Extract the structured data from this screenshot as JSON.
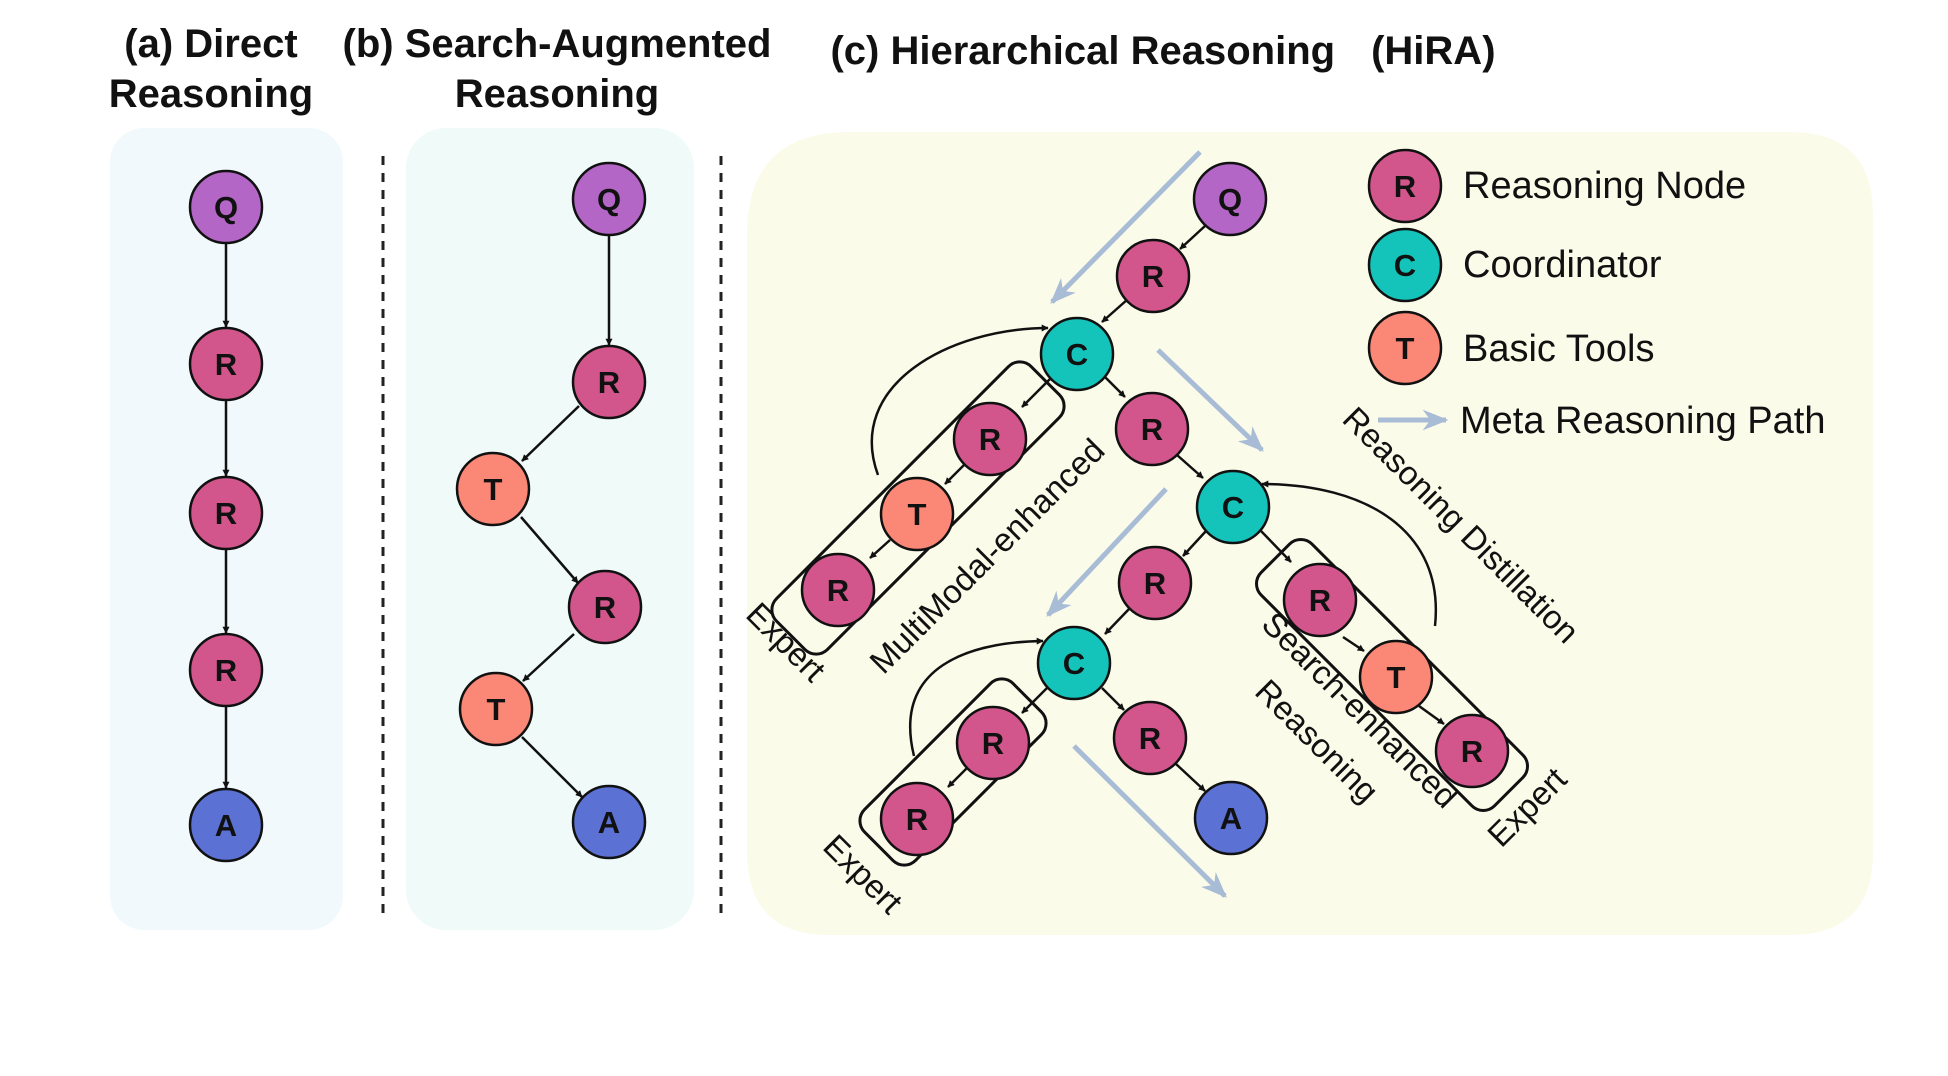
{
  "titles": {
    "a_line1": "(a) Direct",
    "a_line2": "Reasoning",
    "b_line1": "(b) Search-Augmented",
    "b_line2": "Reasoning",
    "c_line1": "(c) Hierarchical Reasoning",
    "c_line2": "(HiRA)"
  },
  "letters": {
    "q": "Q",
    "r": "R",
    "c": "C",
    "t": "T",
    "a": "A"
  },
  "legend": {
    "reasoning_node": "Reasoning Node",
    "coordinator": "Coordinator",
    "basic_tools": "Basic Tools",
    "meta_path": "Meta Reasoning Path"
  },
  "labels": {
    "multimodal": "MultiModal-enhanced",
    "expert": "Expert",
    "reasoning_distillation": "Reasoning Distillation",
    "search_enhanced_1": "Search-enhanced",
    "search_enhanced_2": "Reasoning"
  },
  "colors": {
    "q": "#b366c6",
    "r": "#d2568c",
    "c": "#14c4bb",
    "t": "#fb8776",
    "a": "#5b71d4",
    "panel_a": "#f1f9fd",
    "panel_b": "#effaf9",
    "panel_c": "#fbfbea",
    "meta_arrow": "#a8bcd6"
  }
}
